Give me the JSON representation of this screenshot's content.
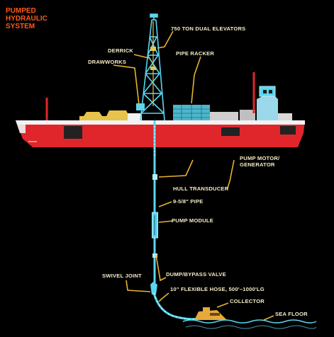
{
  "title_lines": [
    "PUMPED",
    "HYDRAULIC",
    "SYSTEM"
  ],
  "labels": {
    "elevators": "750 TON DUAL ELEVATORS",
    "derrick": "DERRICK",
    "drawworks": "DRAWWORKS",
    "pipe_racker": "PIPE RACKER",
    "pump_motor_line1": "PUMP MOTOR/",
    "pump_motor_line2": "GENERATOR",
    "hull_transducer": "HULL TRANSDUCER",
    "pipe": "9-5/8\" PIPE",
    "pump_module": "PUMP MODULE",
    "swivel_joint": "SWIVEL JOINT",
    "dump_valve": "DUMP/BYPASS VALVE",
    "flexible_hose": "10\" FLEXIBLE HOSE, 500'–1000'LG",
    "collector": "COLLECTOR",
    "sea_floor": "SEA FLOOR"
  },
  "colors": {
    "hull": "#e0262b",
    "deck": "#f2f2f2",
    "structure": "#5ad6f0",
    "leader": "#e9b230",
    "title": "#ff5a1a"
  }
}
